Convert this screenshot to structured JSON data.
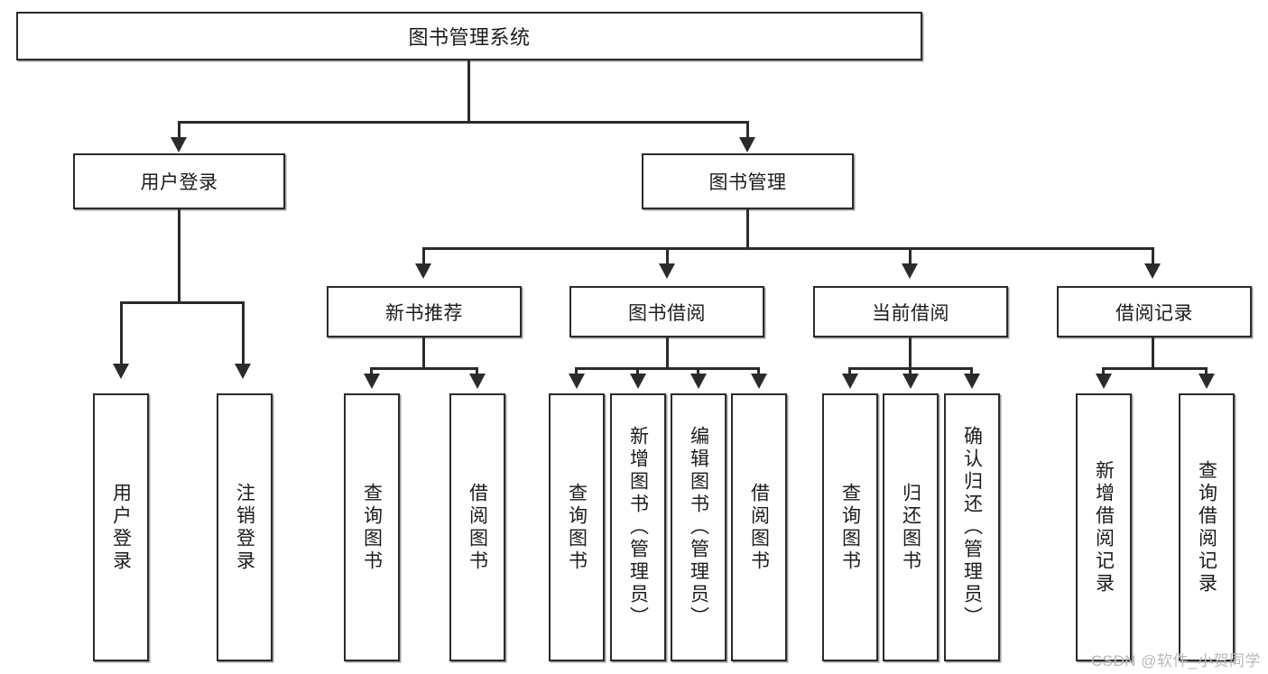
{
  "diagram": {
    "type": "tree-hierarchy",
    "title": "图书管理系统",
    "root": {
      "label": "图书管理系统"
    },
    "level2": [
      {
        "id": "user-login",
        "label": "用户登录"
      },
      {
        "id": "book-management",
        "label": "图书管理"
      }
    ],
    "level3": [
      {
        "id": "new-book-recommend",
        "label": "新书推荐",
        "parent": "book-management"
      },
      {
        "id": "book-borrow",
        "label": "图书借阅",
        "parent": "book-management"
      },
      {
        "id": "current-borrow",
        "label": "当前借阅",
        "parent": "book-management"
      },
      {
        "id": "borrow-record",
        "label": "借阅记录",
        "parent": "book-management"
      }
    ],
    "leaves": {
      "user_login": [
        {
          "id": "leaf-user-login",
          "label": "用户登录"
        },
        {
          "id": "leaf-user-logout",
          "label": "注销登录"
        }
      ],
      "new_book_recommend": [
        {
          "id": "leaf-query-book-1",
          "label": "查询图书"
        },
        {
          "id": "leaf-borrow-book-1",
          "label": "借阅图书"
        }
      ],
      "book_borrow": [
        {
          "id": "leaf-query-book-2",
          "label": "查询图书"
        },
        {
          "id": "leaf-add-book",
          "label": "新增图书（管理员）"
        },
        {
          "id": "leaf-edit-book",
          "label": "编辑图书（管理员）"
        },
        {
          "id": "leaf-borrow-book-2",
          "label": "借阅图书"
        }
      ],
      "current_borrow": [
        {
          "id": "leaf-query-book-3",
          "label": "查询图书"
        },
        {
          "id": "leaf-return-book",
          "label": "归还图书"
        },
        {
          "id": "leaf-confirm-return",
          "label": "确认归还（管理员）"
        }
      ],
      "borrow_record": [
        {
          "id": "leaf-add-borrow-record",
          "label": "新增借阅记录"
        },
        {
          "id": "leaf-query-borrow-record",
          "label": "查询借阅记录"
        }
      ]
    }
  },
  "watermark": {
    "text": "CSDN @软件_小贺同学"
  },
  "colors": {
    "stroke": "#2b2b2b",
    "fill": "#ffffff",
    "text": "#1c1c1c",
    "watermark": "#b9b9b9"
  }
}
